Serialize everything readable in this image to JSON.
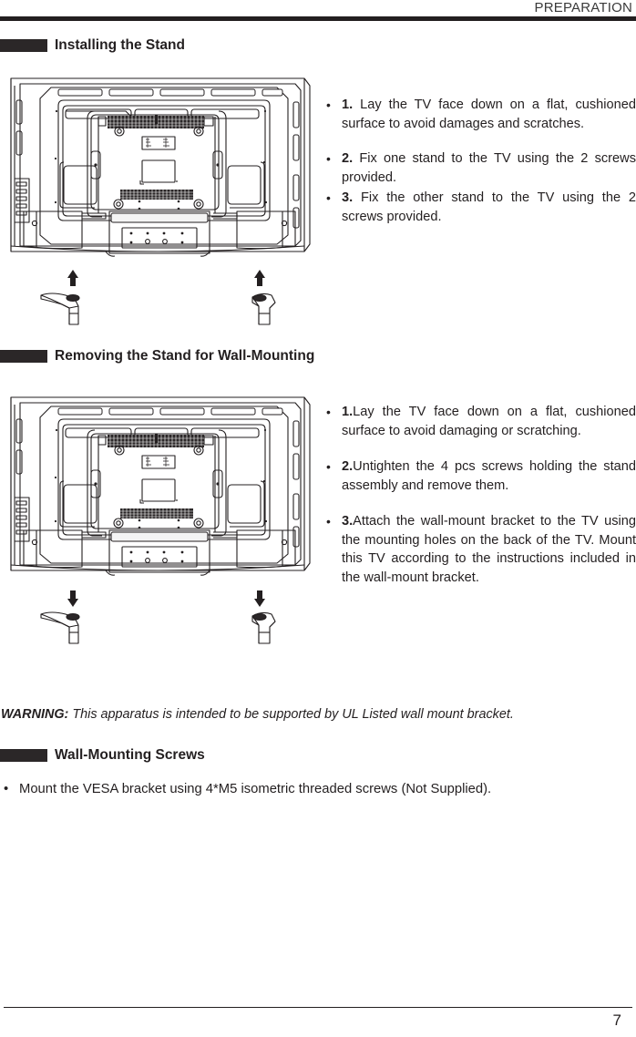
{
  "header": {
    "title": "PREPARATION"
  },
  "sections": [
    {
      "id": "installing-the-stand",
      "label": "Installing the Stand",
      "steps": [
        {
          "bullet": "•",
          "num": "1.",
          "text": " Lay the TV face down on a flat, cushioned surface to avoid damages and scratches."
        },
        {
          "bullet": "•",
          "num": "2.",
          "text": " Fix one stand to the TV using the 2 screws provided."
        },
        {
          "bullet": "•",
          "num": "3.",
          "text": " Fix the other stand to the TV using the 2 screws provided."
        }
      ],
      "arrow_direction": "up"
    },
    {
      "id": "removing-the-stand-for-wall-mounting",
      "label": "Removing the Stand for Wall-Mounting",
      "steps": [
        {
          "bullet": "•",
          "num": "1.",
          "text": "Lay the TV face down on a flat, cushioned surface to avoid damaging or scratching."
        },
        {
          "bullet": "•",
          "num": "2.",
          "text": "Untighten the 4 pcs screws holding the stand assembly and remove them."
        },
        {
          "bullet": "•",
          "num": "3.",
          "text": "Attach the wall-mount bracket to the TV using the mounting holes on the back of the TV. Mount this TV according to the instructions included in the wall-mount bracket."
        }
      ],
      "arrow_direction": "down"
    },
    {
      "id": "wall-mounting-screws",
      "label": "Wall-Mounting Screws",
      "steps": [],
      "arrow_direction": ""
    }
  ],
  "warning": {
    "label": "WARNING:",
    "text": " This apparatus is intended to be supported by UL Listed wall mount bracket."
  },
  "screws_note": {
    "bullet": "•",
    "text": "Mount the VESA bracket using 4*M5 isometric threaded screws (Not Supplied)."
  },
  "footer": {
    "page_number": "7"
  },
  "colors": {
    "ink": "#231f20",
    "bar": "#2b2728",
    "page": "#ffffff"
  },
  "figures": {
    "tv_rear_view": "tv-rear-panel-line-drawing",
    "stand_legs": "tv-stand-leg-pair-line-drawing"
  }
}
